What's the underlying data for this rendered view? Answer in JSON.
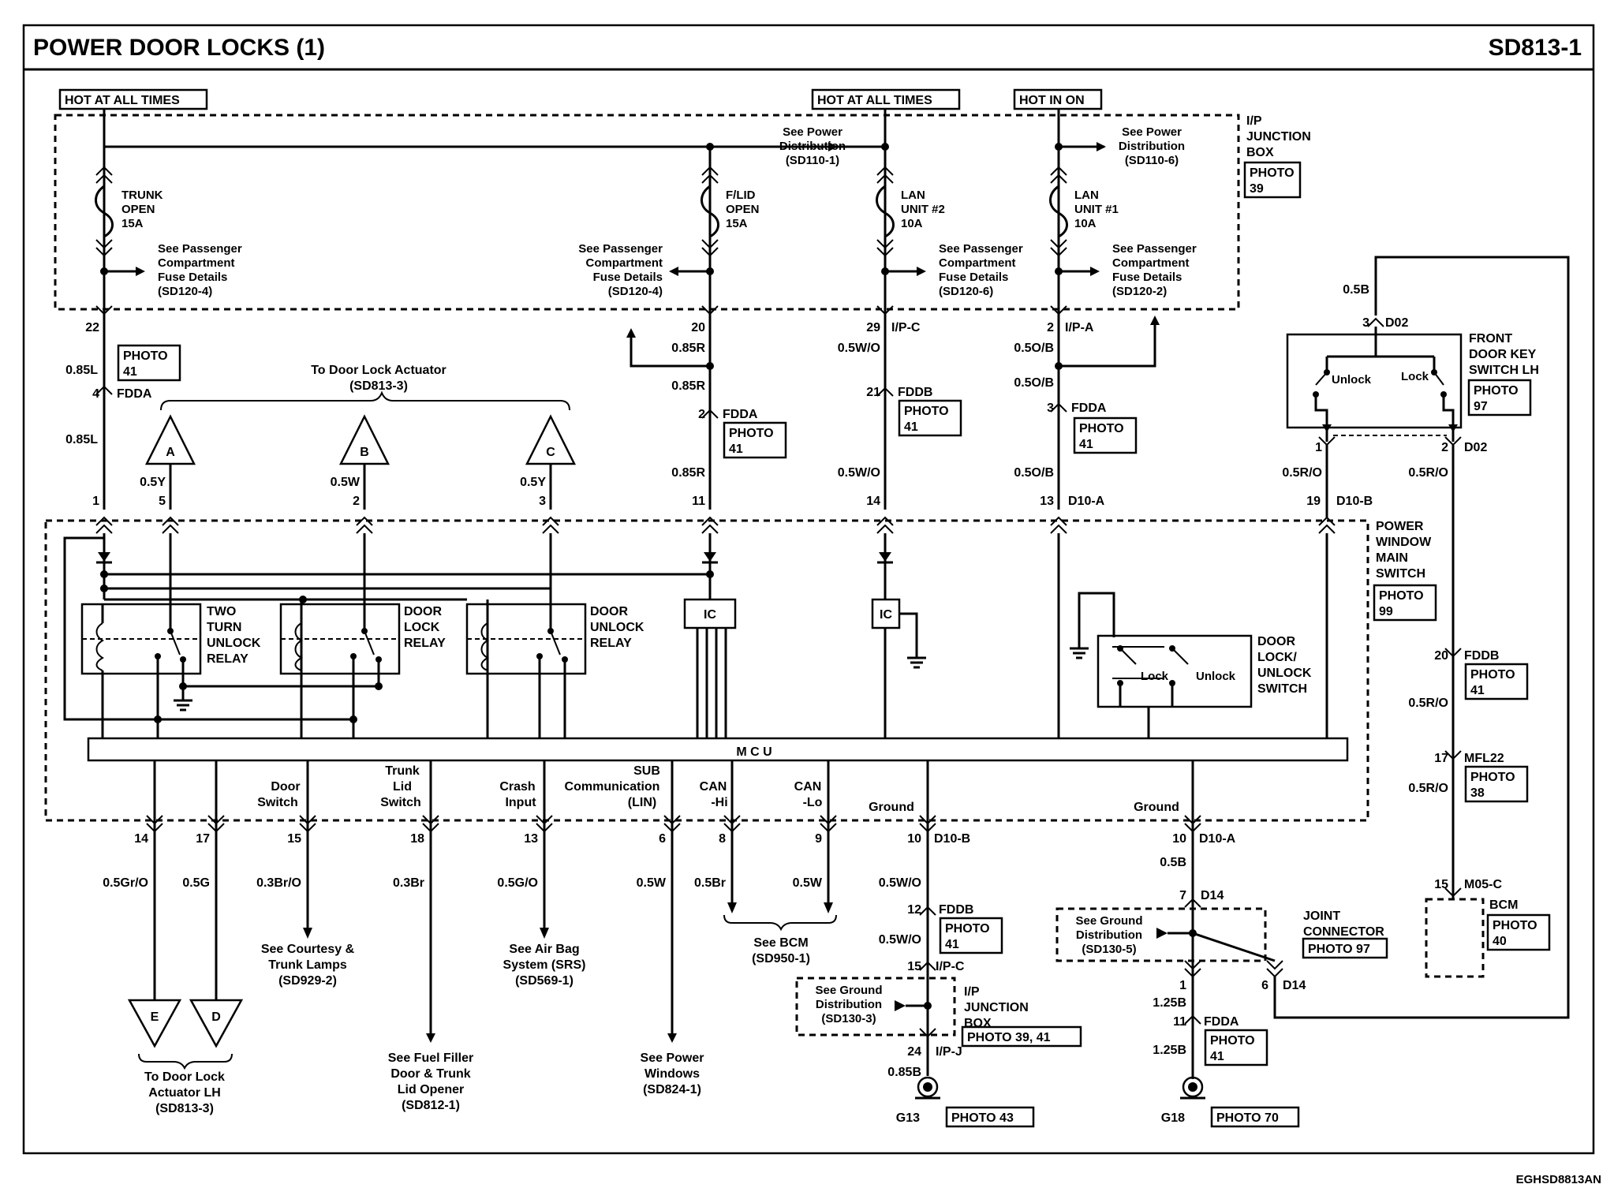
{
  "header": {
    "title": "POWER DOOR LOCKS (1)",
    "code": "SD813-1"
  },
  "footer": {
    "ref": "EGHSD8813AN"
  },
  "hot_labels": [
    "HOT AT ALL TIMES",
    "HOT AT ALL TIMES",
    "HOT IN ON"
  ],
  "ip_junction_box": {
    "label": [
      "I/P",
      "JUNCTION",
      "BOX"
    ],
    "photo": [
      "PHOTO",
      "39"
    ]
  },
  "fuses": [
    {
      "name": [
        "TRUNK",
        "OPEN",
        "15A"
      ],
      "pin": "22",
      "see": [
        "See Passenger",
        "Compartment",
        "Fuse Details",
        "(SD120-4)"
      ]
    },
    {
      "name": [
        "F/LID",
        "OPEN",
        "15A"
      ],
      "pin": "20",
      "see": [
        "See Passenger",
        "Compartment",
        "Fuse Details",
        "(SD120-4)"
      ]
    },
    {
      "name": [
        "LAN",
        "UNIT #2",
        "10A"
      ],
      "pin": "29",
      "see": [
        "See Passenger",
        "Compartment",
        "Fuse Details",
        "(SD120-6)"
      ]
    },
    {
      "name": [
        "LAN",
        "UNIT #1",
        "10A"
      ],
      "pin": "2",
      "see": [
        "See Passenger",
        "Compartment",
        "Fuse Details",
        "(SD120-2)"
      ]
    }
  ],
  "power_dist": [
    {
      "lines": [
        "See Power",
        "Distribution",
        "(SD110-1)"
      ]
    },
    {
      "lines": [
        "See Power",
        "Distribution",
        "(SD110-6)"
      ]
    }
  ],
  "connectors": {
    "ipc": "I/P-C",
    "ipa": "I/P-A",
    "fdda": "FDDA",
    "fddb": "FDDB",
    "d10a": "D10-A",
    "d10b": "D10-B",
    "d02": "D02",
    "mfl22": "MFL22",
    "m05c": "M05-C",
    "d14": "D14",
    "ipj": "I/P-J"
  },
  "photos": {
    "p41": [
      "PHOTO",
      "41"
    ],
    "p97": [
      "PHOTO",
      "97"
    ],
    "p99": [
      "PHOTO",
      "99"
    ],
    "p38": [
      "PHOTO",
      "38"
    ],
    "p40": [
      "PHOTO",
      "40"
    ],
    "p43": "PHOTO 43",
    "p70": "PHOTO 70",
    "p3941": "PHOTO 39, 41",
    "pjc": "PHOTO 97"
  },
  "wires": {
    "w085l": "0.85L",
    "w085r": "0.85R",
    "w05wo": "0.5W/O",
    "w05ob": "0.5O/B",
    "w05y": "0.5Y",
    "w05w": "0.5W",
    "w05b": "0.5B",
    "w05ro": "0.5R/O",
    "w05gro": "0.5Gr/O",
    "w05g": "0.5G",
    "w03bro": "0.3Br/O",
    "w03br": "0.3Br",
    "w05go": "0.5G/O",
    "w05br": "0.5Br",
    "w085b": "0.85B",
    "w125b": "1.25B"
  },
  "pins": {
    "p1": "1",
    "p2": "2",
    "p3": "3",
    "p4": "4",
    "p5": "5",
    "p6": "6",
    "p7": "7",
    "p8": "8",
    "p9": "9",
    "p10": "10",
    "p11": "11",
    "p12": "12",
    "p13": "13",
    "p14": "14",
    "p15": "15",
    "p17": "17",
    "p18": "18",
    "p19": "19",
    "p20": "20",
    "p21": "21",
    "p24": "24"
  },
  "actuator": {
    "to": "To Door Lock Actuator",
    "ref": "(SD813-3)",
    "letters": [
      "A",
      "B",
      "C"
    ]
  },
  "actuator_lh": {
    "lines": [
      "To Door Lock",
      "Actuator LH",
      "(SD813-3)"
    ],
    "letters": [
      "E",
      "D"
    ]
  },
  "relays": [
    {
      "lines": [
        "TWO",
        "TURN",
        "UNLOCK",
        "RELAY"
      ]
    },
    {
      "lines": [
        "DOOR",
        "LOCK",
        "RELAY"
      ]
    },
    {
      "lines": [
        "DOOR",
        "UNLOCK",
        "RELAY"
      ]
    }
  ],
  "ic": "IC",
  "mcu": "M  C  U",
  "pwms": {
    "lines": [
      "POWER",
      "WINDOW",
      "MAIN",
      "SWITCH"
    ]
  },
  "dlus": {
    "lines": [
      "DOOR",
      "LOCK/",
      "UNLOCK",
      "SWITCH"
    ],
    "lock": "Lock",
    "unlock": "Unlock"
  },
  "fdks": {
    "lines": [
      "FRONT",
      "DOOR KEY",
      "SWITCH LH"
    ],
    "unlock": "Unlock",
    "lock": "Lock"
  },
  "mcu_outputs": [
    {
      "lines": [
        "Door",
        "Switch"
      ]
    },
    {
      "lines": [
        "Trunk",
        "Lid",
        "Switch"
      ]
    },
    {
      "lines": [
        "Crash",
        "Input"
      ]
    },
    {
      "lines": [
        "SUB",
        "Communication",
        "(LIN)"
      ]
    },
    {
      "lines": [
        "CAN",
        "-Hi"
      ]
    },
    {
      "lines": [
        "CAN",
        "-Lo"
      ]
    },
    {
      "lines": [
        "Ground"
      ]
    },
    {
      "lines": [
        "Ground"
      ]
    }
  ],
  "refs": {
    "courtesy": [
      "See Courtesy &",
      "Trunk Lamps",
      "(SD929-2)"
    ],
    "fuelfiller": [
      "See Fuel Filler",
      "Door & Trunk",
      "Lid Opener",
      "(SD812-1)"
    ],
    "airbag": [
      "See Air Bag",
      "System (SRS)",
      "(SD569-1)"
    ],
    "pwrwin": [
      "See Power",
      "Windows",
      "(SD824-1)"
    ],
    "bcm": [
      "See BCM",
      "(SD950-1)"
    ],
    "gnd1": [
      "See Ground",
      "Distribution",
      "(SD130-3)"
    ],
    "gnd2": [
      "See Ground",
      "Distribution",
      "(SD130-5)"
    ]
  },
  "joint_connector": [
    "JOINT",
    "CONNECTOR"
  ],
  "bcm": "BCM",
  "grounds": [
    "G13",
    "G18"
  ]
}
